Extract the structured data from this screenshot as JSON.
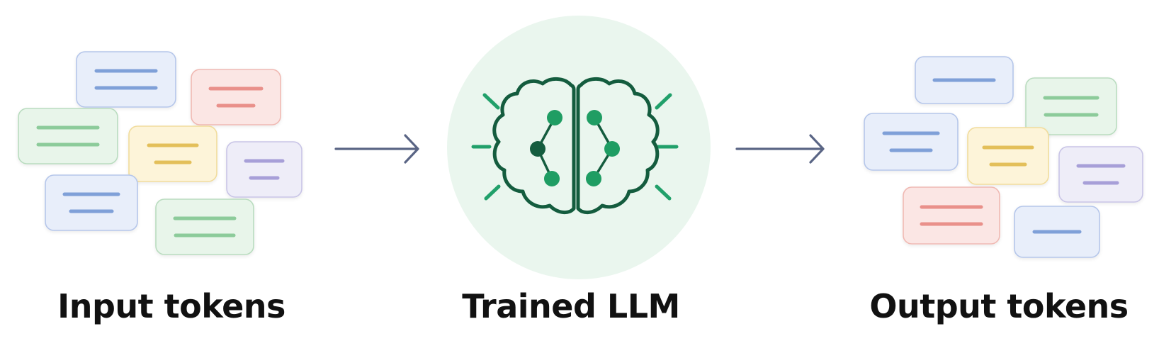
{
  "stages": {
    "input": {
      "label": "Input tokens"
    },
    "model": {
      "label": "Trained LLM"
    },
    "output": {
      "label": "Output tokens"
    }
  },
  "icons": {
    "model": "brain-icon",
    "flow": "arrow-right-icon"
  },
  "colors": {
    "blue": {
      "fill": "#e8eefa",
      "stroke": "#b5c6ea",
      "line": "#7fa0d8"
    },
    "red": {
      "fill": "#fbe6e4",
      "stroke": "#f0b9b3",
      "line": "#e9908a"
    },
    "green": {
      "fill": "#e8f5ea",
      "stroke": "#b9dcbf",
      "line": "#8ccb9a"
    },
    "yellow": {
      "fill": "#fdf4d9",
      "stroke": "#f1dc9c",
      "line": "#e3bf5a"
    },
    "purple": {
      "fill": "#eeedf8",
      "stroke": "#c8c4e6",
      "line": "#a79fd8"
    },
    "arrow": "#5a6585",
    "brain_stroke": "#145c3e",
    "brain_node": "#1f9d63",
    "model_bg": "#eaf6ee",
    "spark": "#21a06a"
  }
}
